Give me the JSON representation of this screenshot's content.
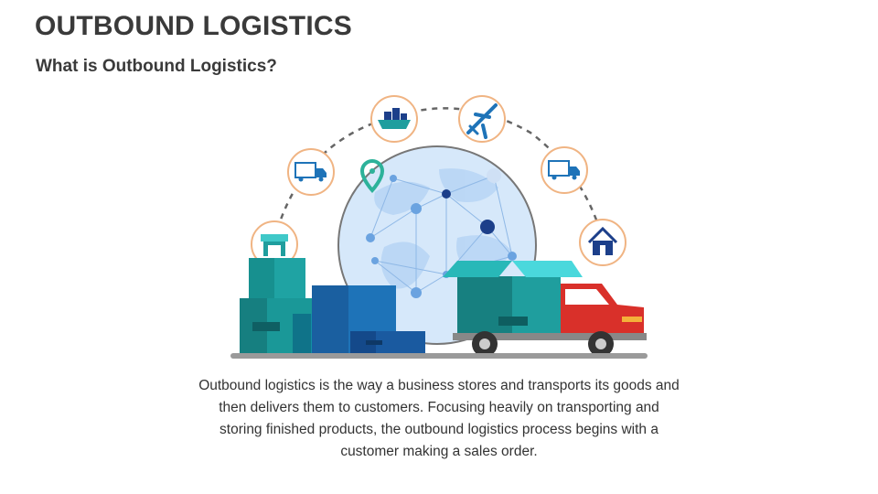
{
  "slide": {
    "title": "OUTBOUND LOGISTICS",
    "subtitle": "What is Outbound Logistics?",
    "description": "Outbound logistics is the way a business stores and transports its goods and then delivers them to customers. Focusing heavily on transporting and storing finished products, the outbound logistics process begins with a customer making a sales order."
  },
  "illustration": {
    "icons": [
      "warehouse-icon",
      "delivery-truck-icon",
      "cargo-ship-icon",
      "airplane-icon",
      "delivery-truck-icon",
      "house-icon"
    ],
    "colors": {
      "teal": "#1f9e9e",
      "light_teal": "#3fd0d0",
      "blue": "#1e73b8",
      "navy": "#1c3f8a",
      "red": "#d9302a",
      "globe": "#cfe3f7",
      "ring_border": "#f0b483"
    }
  }
}
